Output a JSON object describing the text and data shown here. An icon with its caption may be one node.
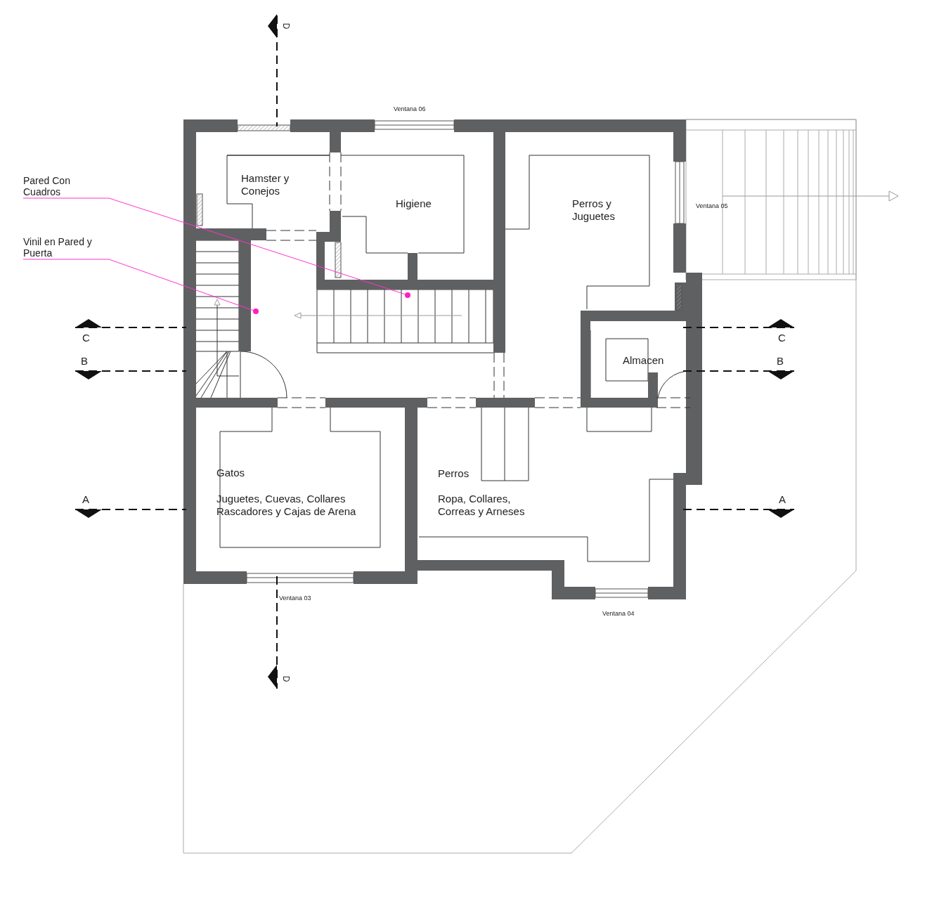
{
  "diagram": {
    "nodes": [
      {
        "text": [
          "Pared Con Cuadros"
        ]
      },
      {
        "text": [
          "Vinil en Pared y Puerta"
        ]
      },
      {
        "text": [],
        "shape": "circle"
      },
      {
        "text": [],
        "shape": "circle"
      }
    ],
    "edges": [
      {
        "from": 0,
        "to": 2,
        "arrow": "none",
        "color": "#ff33cc"
      },
      {
        "from": 1,
        "to": 3,
        "arrow": "none",
        "color": "#ff33cc"
      }
    ],
    "labels": [
      "D",
      "Ventana 06",
      "Hamster y Conejos",
      "Higiene",
      "Perros y Juguetes",
      "Ventana 05",
      "C",
      "C",
      "B",
      "Almacen",
      "B",
      "Gatos",
      "Perros",
      "Juguetes, Cuevas, Collares Rascadores y Cajas de Arena",
      "Ropa, Collares, Correas y Arneses",
      "A",
      "A",
      "Ventana 03",
      "Ventana 04",
      "D"
    ]
  }
}
